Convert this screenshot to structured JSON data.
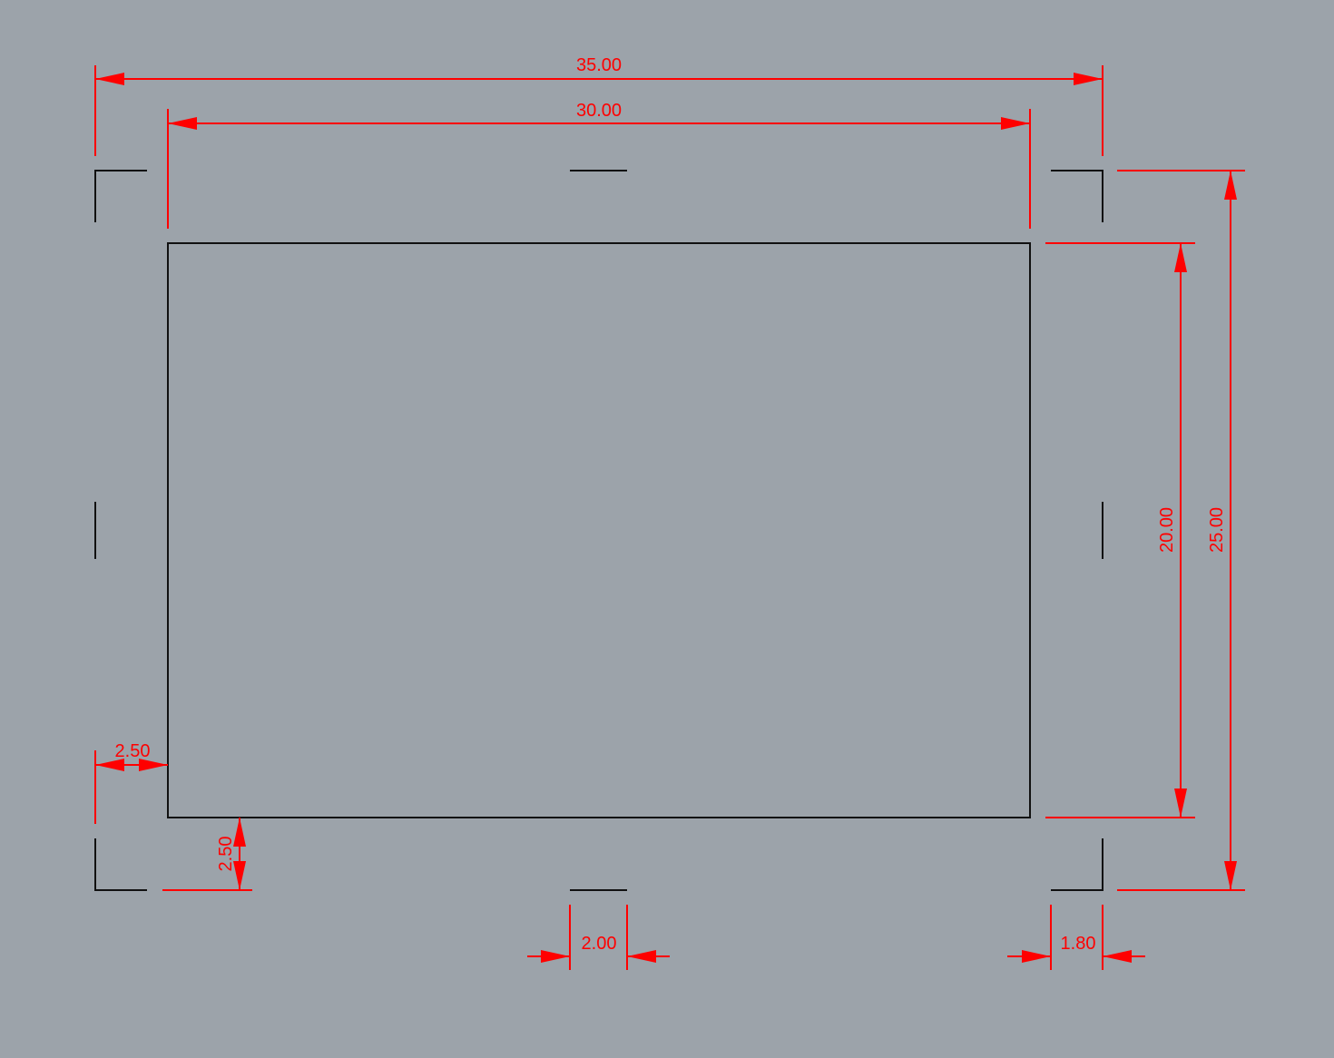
{
  "colors": {
    "background": "#9ca3aa",
    "geometry": "#111111",
    "dimension": "#ff0000"
  },
  "dimensions": {
    "overall_width": "35.00",
    "sheet_width": "30.00",
    "sheet_height": "20.00",
    "overall_height": "25.00",
    "left_margin": "2.50",
    "bottom_margin": "2.50",
    "mark_length": "2.00",
    "corner_mark_length": "1.80"
  }
}
